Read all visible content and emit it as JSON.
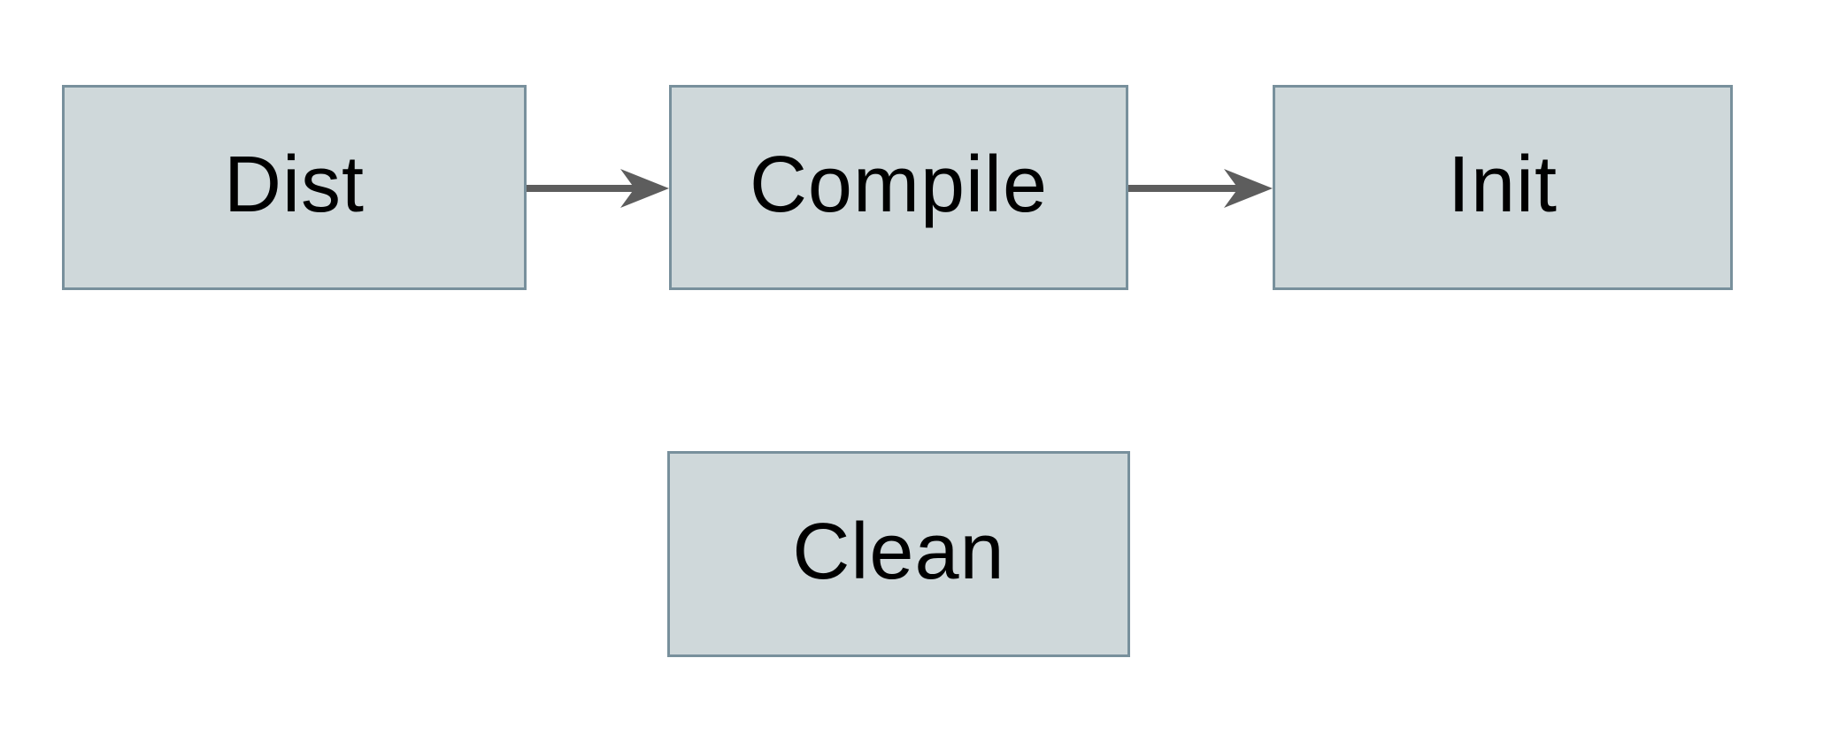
{
  "diagram": {
    "type": "flowchart",
    "background_color": "#ffffff",
    "node_fill_color": "#cfd8da",
    "node_border_color": "#78909c",
    "arrow_color": "#5d5d5d",
    "text_color": "#000000",
    "nodes": [
      {
        "id": "dist",
        "label": "Dist"
      },
      {
        "id": "compile",
        "label": "Compile"
      },
      {
        "id": "init",
        "label": "Init"
      },
      {
        "id": "clean",
        "label": "Clean"
      }
    ],
    "edges": [
      {
        "from": "Dist",
        "to": "Compile",
        "direction": "right"
      },
      {
        "from": "Compile",
        "to": "Init",
        "direction": "right"
      }
    ]
  }
}
